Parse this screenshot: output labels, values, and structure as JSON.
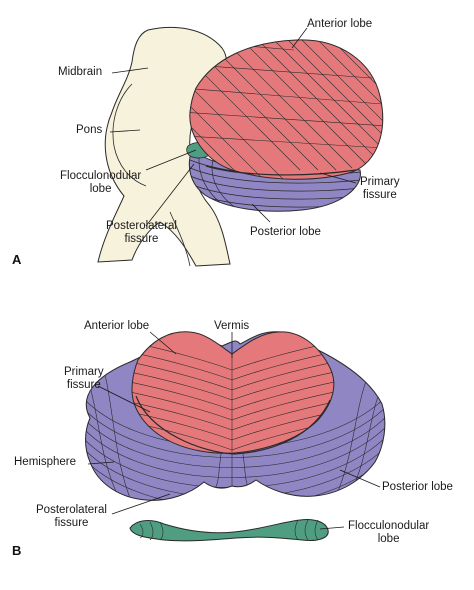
{
  "panel_a": {
    "letter": "A",
    "labels": {
      "anterior_lobe": "Anterior lobe",
      "midbrain": "Midbrain",
      "pons": "Pons",
      "flocculonodular_lobe": "Flocculonodular\nlobe",
      "primary_fissure": "Primary\nfissure",
      "posterolateral_fissure": "Posterolateral\nfissure",
      "posterior_lobe": "Posterior lobe"
    }
  },
  "panel_b": {
    "letter": "B",
    "labels": {
      "anterior_lobe": "Anterior lobe",
      "vermis": "Vermis",
      "primary_fissure": "Primary\nfissure",
      "hemisphere": "Hemisphere",
      "posterior_lobe": "Posterior lobe",
      "posterolateral_fissure": "Posterolateral\nfissure",
      "flocculonodular_lobe": "Flocculonodular\nlobe"
    }
  },
  "colors": {
    "anterior_lobe": "#e5787a",
    "posterior_lobe": "#8f86c3",
    "flocculonodular_lobe": "#4f9e82",
    "brainstem": "#f7f2dc",
    "outline": "#2a2a2a"
  }
}
